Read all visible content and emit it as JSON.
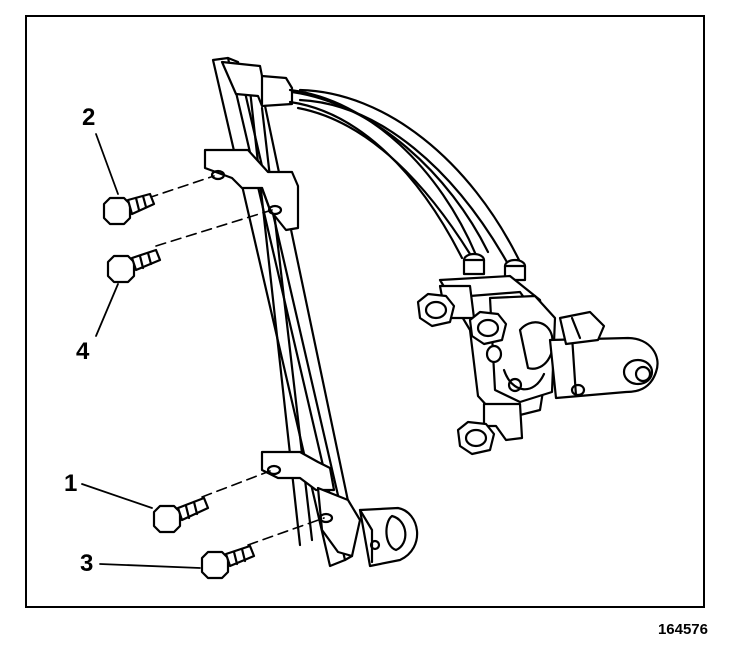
{
  "diagram": {
    "callouts": [
      {
        "id": "1",
        "label": "1"
      },
      {
        "id": "2",
        "label": "2"
      },
      {
        "id": "3",
        "label": "3"
      },
      {
        "id": "4",
        "label": "4"
      }
    ],
    "figure_id": "164576",
    "colors": {
      "line": "#000000",
      "background": "#ffffff"
    },
    "components": [
      "window-regulator-rail",
      "cable-guide",
      "regulator-motor",
      "mounting-bolts"
    ]
  }
}
